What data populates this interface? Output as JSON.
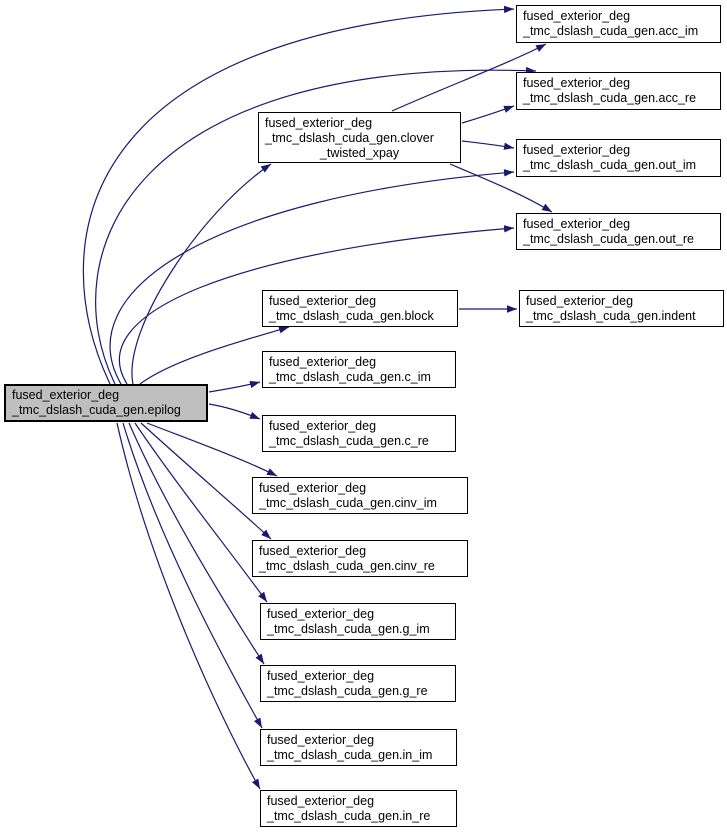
{
  "graph": {
    "kind": "call-graph",
    "edge_color": "#191970",
    "node_border_color": "#000000",
    "node_fill_color": "#ffffff",
    "highlighted_node_fill_color": "#bfbfbf",
    "highlighted_node": "epilog",
    "nodes": {
      "epilog": {
        "label": "fused_exterior_deg\n_tmc_dslash_cuda_gen.epilog"
      },
      "clover_twisted_xpay": {
        "label": "fused_exterior_deg\n_tmc_dslash_cuda_gen.clover\n_twisted_xpay"
      },
      "block": {
        "label": "fused_exterior_deg\n_tmc_dslash_cuda_gen.block"
      },
      "c_im": {
        "label": "fused_exterior_deg\n_tmc_dslash_cuda_gen.c_im"
      },
      "c_re": {
        "label": "fused_exterior_deg\n_tmc_dslash_cuda_gen.c_re"
      },
      "cinv_im": {
        "label": "fused_exterior_deg\n_tmc_dslash_cuda_gen.cinv_im"
      },
      "cinv_re": {
        "label": "fused_exterior_deg\n_tmc_dslash_cuda_gen.cinv_re"
      },
      "g_im": {
        "label": "fused_exterior_deg\n_tmc_dslash_cuda_gen.g_im"
      },
      "g_re": {
        "label": "fused_exterior_deg\n_tmc_dslash_cuda_gen.g_re"
      },
      "in_im": {
        "label": "fused_exterior_deg\n_tmc_dslash_cuda_gen.in_im"
      },
      "in_re": {
        "label": "fused_exterior_deg\n_tmc_dslash_cuda_gen.in_re"
      },
      "acc_im": {
        "label": "fused_exterior_deg\n_tmc_dslash_cuda_gen.acc_im"
      },
      "acc_re": {
        "label": "fused_exterior_deg\n_tmc_dslash_cuda_gen.acc_re"
      },
      "out_im": {
        "label": "fused_exterior_deg\n_tmc_dslash_cuda_gen.out_im"
      },
      "out_re": {
        "label": "fused_exterior_deg\n_tmc_dslash_cuda_gen.out_re"
      },
      "indent": {
        "label": "fused_exterior_deg\n_tmc_dslash_cuda_gen.indent"
      }
    },
    "edges": [
      {
        "from": "epilog",
        "to": "acc_im"
      },
      {
        "from": "epilog",
        "to": "acc_re"
      },
      {
        "from": "epilog",
        "to": "out_im"
      },
      {
        "from": "epilog",
        "to": "out_re"
      },
      {
        "from": "epilog",
        "to": "clover_twisted_xpay"
      },
      {
        "from": "epilog",
        "to": "block"
      },
      {
        "from": "epilog",
        "to": "c_im"
      },
      {
        "from": "epilog",
        "to": "c_re"
      },
      {
        "from": "epilog",
        "to": "cinv_im"
      },
      {
        "from": "epilog",
        "to": "cinv_re"
      },
      {
        "from": "epilog",
        "to": "g_im"
      },
      {
        "from": "epilog",
        "to": "g_re"
      },
      {
        "from": "epilog",
        "to": "in_im"
      },
      {
        "from": "epilog",
        "to": "in_re"
      },
      {
        "from": "clover_twisted_xpay",
        "to": "acc_im"
      },
      {
        "from": "clover_twisted_xpay",
        "to": "acc_re"
      },
      {
        "from": "clover_twisted_xpay",
        "to": "out_im"
      },
      {
        "from": "clover_twisted_xpay",
        "to": "out_re"
      },
      {
        "from": "block",
        "to": "indent"
      }
    ]
  }
}
